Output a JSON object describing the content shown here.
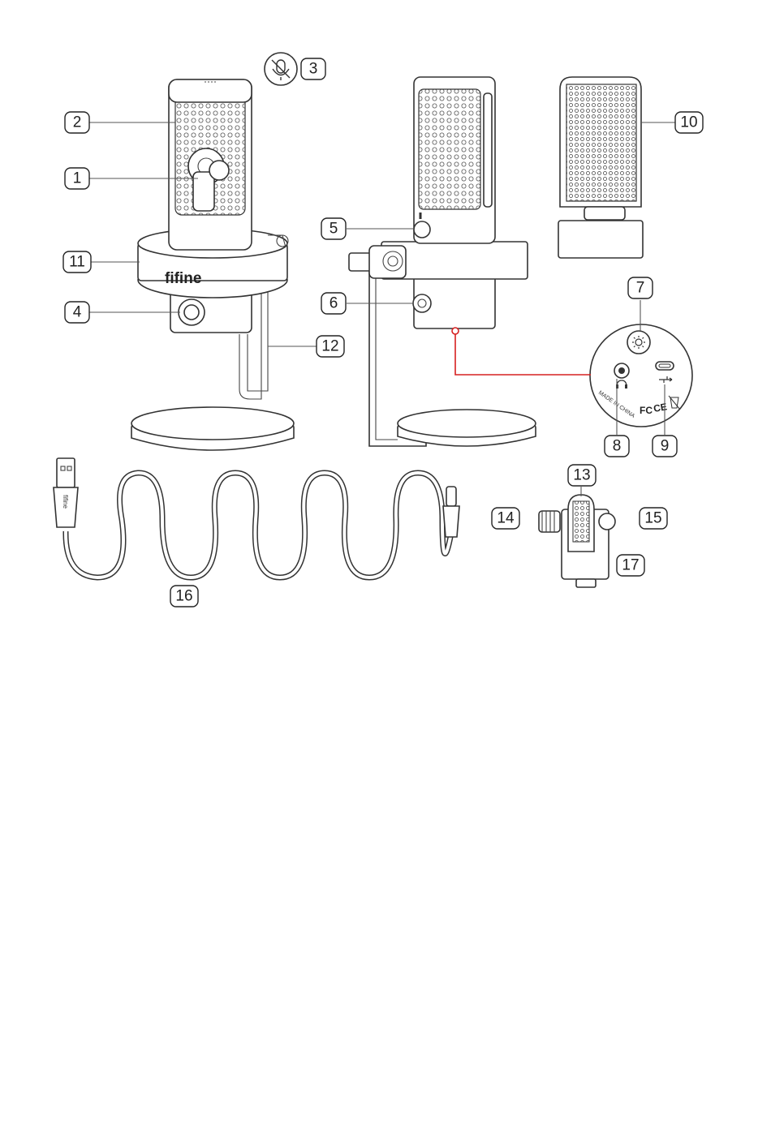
{
  "brand": {
    "front": "fifine",
    "cable": "fifine"
  },
  "port_panel": {
    "made_in": "MADE IN CHINA",
    "fc_mark": "FC",
    "ce_mark": "CE"
  },
  "callouts": [
    "1",
    "2",
    "3",
    "4",
    "5",
    "6",
    "7",
    "8",
    "9",
    "10",
    "11",
    "12",
    "13",
    "14",
    "15",
    "16",
    "17"
  ],
  "colors": {
    "line": "#222222",
    "accent": "#d62020",
    "background": "#ffffff"
  },
  "icons": {
    "mute": "mic-mute-icon",
    "brightness": "brightness-icon",
    "headphone": "headphone-icon",
    "usb": "usb-icon",
    "bin": "weee-bin-icon"
  }
}
